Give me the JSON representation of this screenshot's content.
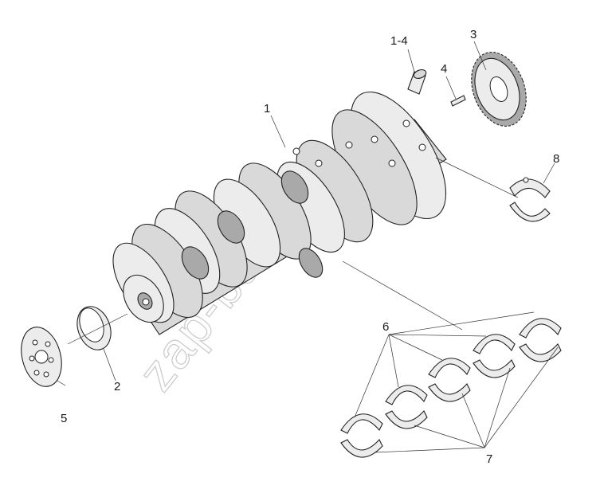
{
  "labels": {
    "l1": "1",
    "l1_4": "1-4",
    "l2": "2",
    "l3": "3",
    "l4": "4",
    "l5": "5",
    "l6": "6",
    "l7": "7",
    "l8": "8"
  },
  "watermark": "zap-ban.ru"
}
